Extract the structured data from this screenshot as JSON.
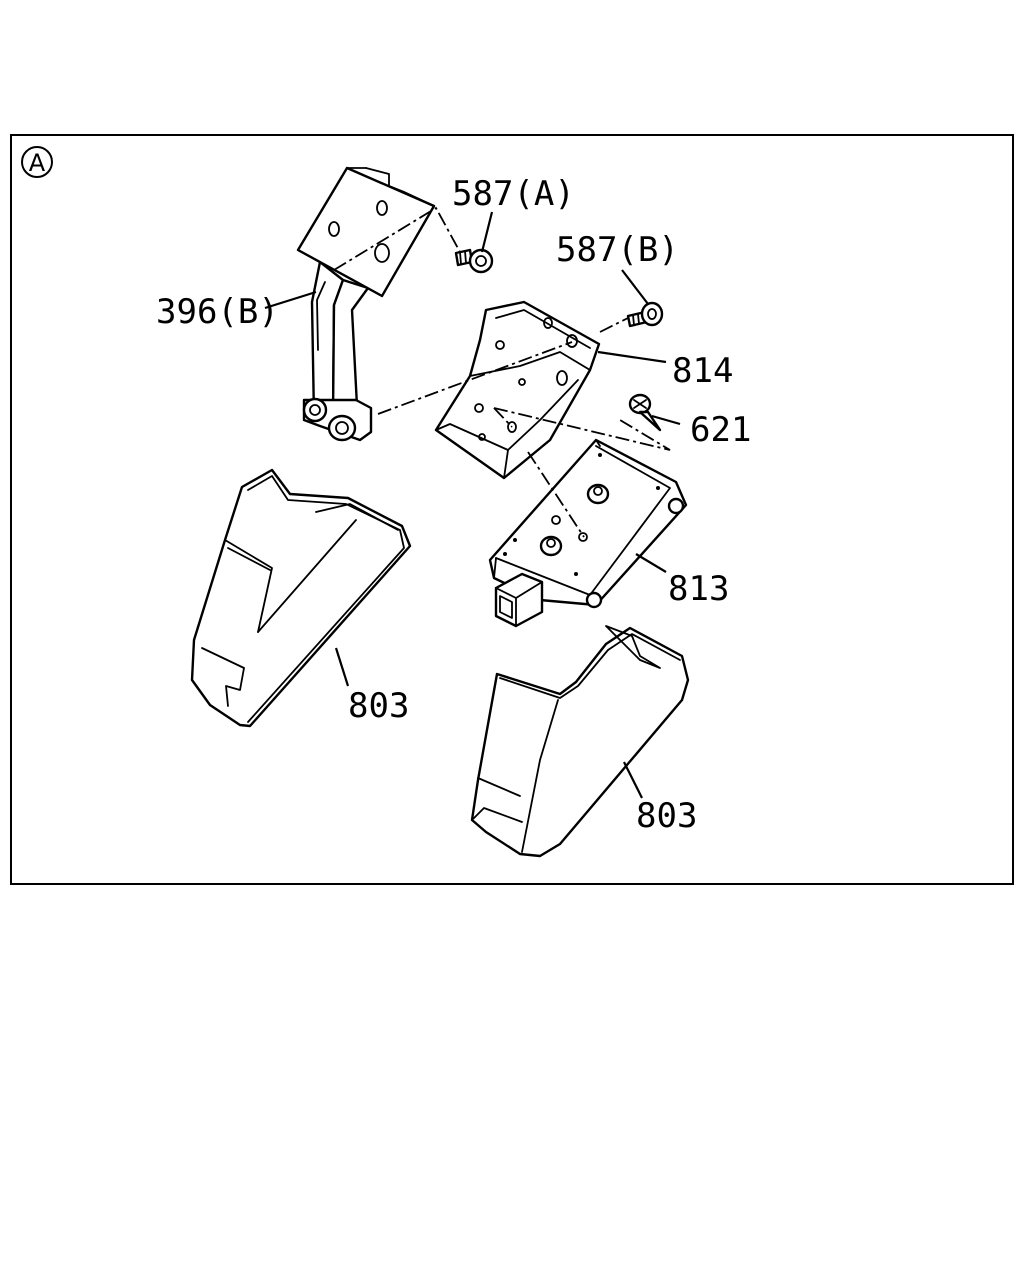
{
  "view_marker": "A",
  "callouts": {
    "bolt_a": "587(A)",
    "bolt_b": "587(B)",
    "bracket_396b": "396(B)",
    "bracket_814": "814",
    "screw_621": "621",
    "unit_813": "813",
    "cover_left_803": "803",
    "cover_right_803": "803"
  }
}
